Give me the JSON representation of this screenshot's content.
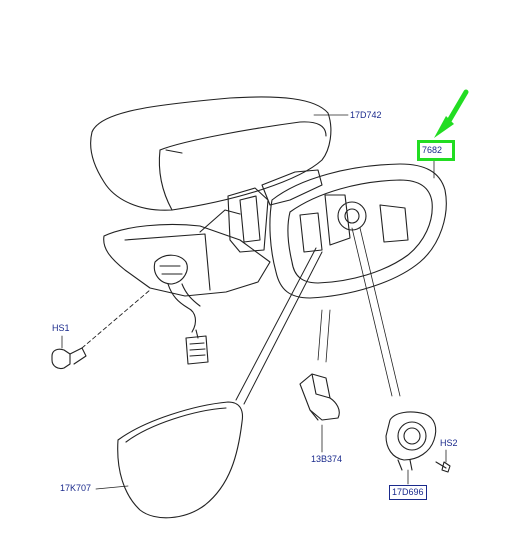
{
  "labels": {
    "cover": "17D742",
    "housing": "7682",
    "bolt_left": "HS1",
    "glass": "17K707",
    "bracket": "13B374",
    "motor": "17D696",
    "screw_right": "HS2"
  },
  "colors": {
    "label_text": "#1a2a8c",
    "highlight": "#22dd22",
    "line": "#222222"
  }
}
